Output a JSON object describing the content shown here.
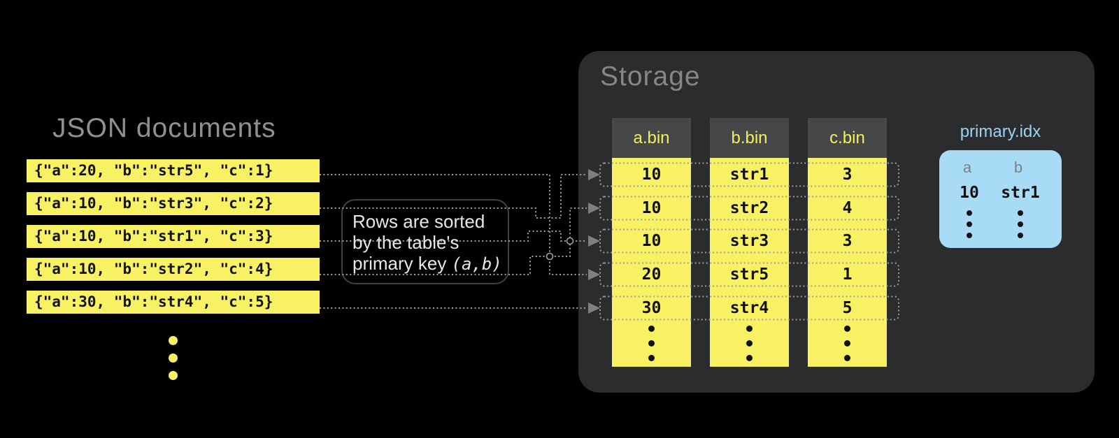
{
  "json_documents": {
    "title": "JSON documents",
    "rows": [
      "{\"a\":20, \"b\":\"str5\", \"c\":1}",
      "{\"a\":10, \"b\":\"str3\", \"c\":2}",
      "{\"a\":10, \"b\":\"str1\", \"c\":3}",
      "{\"a\":10, \"b\":\"str2\", \"c\":4}",
      "{\"a\":30, \"b\":\"str4\", \"c\":5}"
    ],
    "ellipsis": "⋮"
  },
  "callout": {
    "line1": "Rows are sorted",
    "line2": "by the table's",
    "line3_prefix": "primary key ",
    "line3_code": "(a,b)"
  },
  "storage": {
    "title": "Storage",
    "columns": [
      {
        "header": "a.bin",
        "values": [
          "10",
          "10",
          "10",
          "20",
          "30"
        ]
      },
      {
        "header": "b.bin",
        "values": [
          "str1",
          "str2",
          "str3",
          "str5",
          "str4"
        ]
      },
      {
        "header": "c.bin",
        "values": [
          "3",
          "4",
          "3",
          "1",
          "5"
        ]
      }
    ],
    "ellipsis": "⋮"
  },
  "primary_idx": {
    "label": "primary.idx",
    "col_headers": [
      "a",
      "b"
    ],
    "row": [
      "10",
      "str1"
    ],
    "ellipsis": "⋮"
  },
  "connections": [
    {
      "from": "json-doc-1",
      "to": "storage-row-4"
    },
    {
      "from": "json-doc-2",
      "to": "storage-row-1"
    },
    {
      "from": "json-doc-3",
      "to": "storage-row-3"
    },
    {
      "from": "json-doc-4",
      "to": "storage-row-2"
    },
    {
      "from": "json-doc-5",
      "to": "storage-row-5"
    }
  ],
  "colors": {
    "background": "#000000",
    "yellow": "#f7f163",
    "panel": "#2a2c2d",
    "column_header": "#454748",
    "index_box": "#a8dcf6",
    "index_label": "#9cd2f3",
    "dotted_line": "#9ba0a2",
    "arrow": "#7e8183",
    "title_gray": "#8e9194"
  }
}
